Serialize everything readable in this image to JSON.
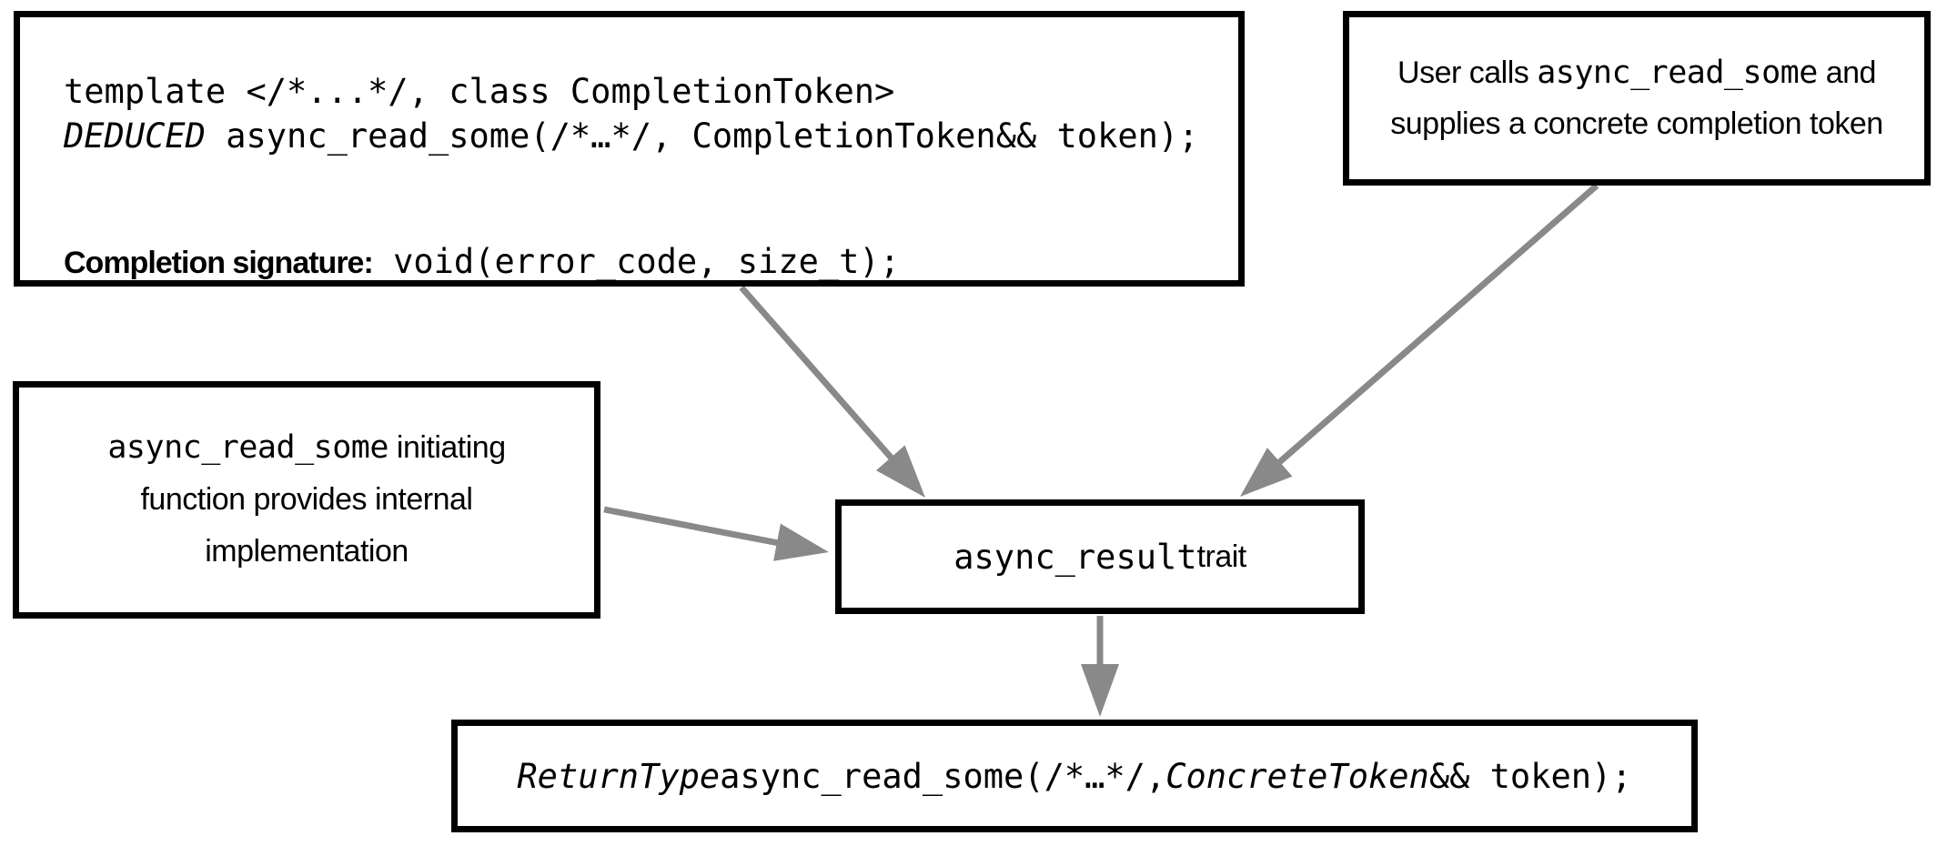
{
  "colors": {
    "background": "#ffffff",
    "box_fill": "#ffffff",
    "border": "#000000",
    "text": "#000000",
    "arrow": "#898989"
  },
  "boxes": {
    "template_box": {
      "line1": "template </*...*/, class CompletionToken>",
      "line2_italic": "DEDUCED",
      "line2_rest": " async_read_some(/*…*/, CompletionToken&& token);",
      "sig_label": "Completion signature:",
      "sig_code": " void(error_code, size_t);"
    },
    "user_box": {
      "line1_pre": "User calls ",
      "line1_mono": "async_read_some",
      "line1_post": " and",
      "line2": "supplies a concrete completion token"
    },
    "initiating_box": {
      "line1_mono": "async_read_some",
      "line1_rest": " initiating",
      "line2": "function provides internal",
      "line3": "implementation"
    },
    "trait_box": {
      "mono": "async_result",
      "rest": " trait"
    },
    "result_box": {
      "italic1": "ReturnType",
      "mid": " async_read_some(/*…*/, ",
      "italic2": "ConcreteToken",
      "tail": "&& token);"
    }
  }
}
